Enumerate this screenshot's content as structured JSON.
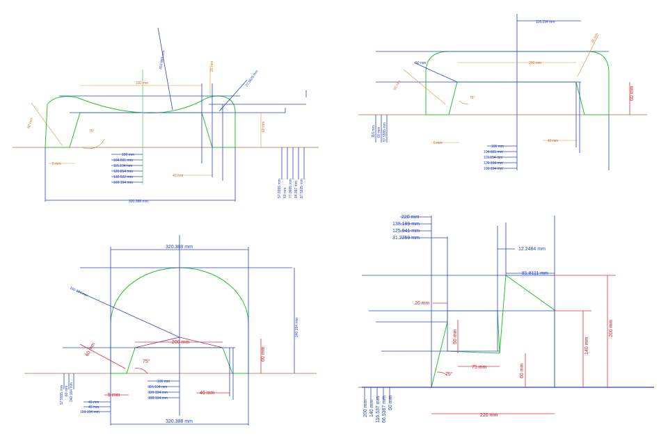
{
  "colors": {
    "blue": "#2444c8",
    "green": "#27c227",
    "orange": "#e08a2a",
    "red": "#e03030"
  },
  "panels": {
    "p1": {
      "labels": {
        "top_width": "230 mm",
        "diag_len": "263.869 mm",
        "right_arc": "27.5625 mm",
        "left_arc": "60 mm",
        "h20": "20 mm",
        "h60": "60 mm",
        "w5": "5 mm",
        "w40": "40 mm",
        "angle": "75°",
        "total_width": "320.388 mm",
        "ladder": [
          "100 mm",
          "104.665 mm",
          "115.194 mm",
          "120.854 mm",
          "132.622 mm",
          "160.194 mm"
        ],
        "vert": [
          "57.5555 mm",
          "60 mm",
          "77.0665 mm",
          "84.997 mm",
          "87.5925 mm"
        ]
      }
    },
    "p2": {
      "labels": {
        "top": "116.194 mm",
        "arc_r": "30 mm",
        "arc_l": "50 mm",
        "inner": "200 mm",
        "side": "60 mm",
        "h60": "60 mm",
        "w5": "5 mm",
        "w40": "40 mm",
        "angle": "75°",
        "left_vert": [
          "116 mm",
          "60 mm",
          "57.5555 mm"
        ],
        "ladder": [
          "100 mm",
          "104.665 mm",
          "115.194 mm",
          "120.194 mm",
          "160.194 mm"
        ]
      }
    },
    "p3": {
      "labels": {
        "top_width": "320.388 mm",
        "radius": "160.194 mm",
        "height": "240.194 mm",
        "inner": "200 mm",
        "h60": "60 mm",
        "side": "60 mm",
        "w5": "5 mm",
        "w40": "40 mm",
        "angle": "75°",
        "bottom_width": "320.388 mm",
        "left_vert": [
          "57.5555 mm",
          "60 mm",
          "240.194 mm"
        ],
        "left_ladder": [
          "40 mm",
          "45 mm",
          "160.194 mm"
        ],
        "ladder": [
          "100 mm",
          "115.194 mm",
          "120.194 mm",
          "160.194 mm"
        ]
      }
    },
    "p4": {
      "labels": {
        "ladder": [
          "220 mm",
          "138.189 mm",
          "125.941 mm",
          "31.2259 mm"
        ],
        "w12": "12.2484 mm",
        "w81": "81.8111 mm",
        "w20": "20 mm",
        "h50": "50 mm",
        "w75": "75 mm",
        "h60": "60 mm",
        "h140": "140 mm",
        "h200": "200 mm",
        "angle": "75°",
        "bottom": "220 mm",
        "left_vert": [
          "200 mm",
          "140 mm",
          "116.537 mm",
          "66.5367 mm",
          "50 mm"
        ]
      }
    }
  }
}
